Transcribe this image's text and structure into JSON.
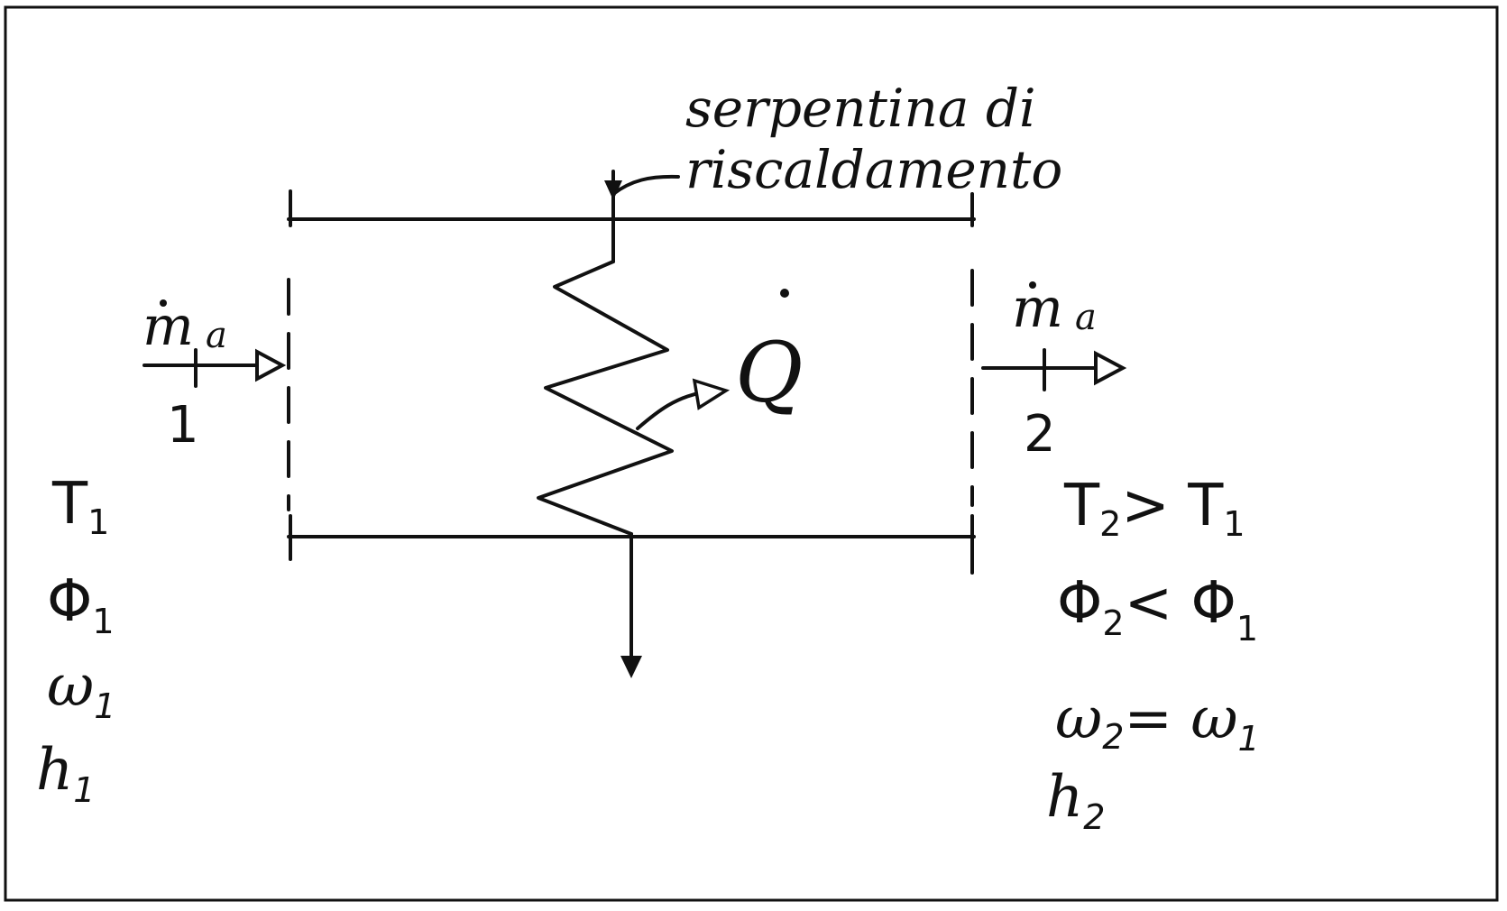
{
  "coil_label_line1": "serpentina di",
  "coil_label_line2": "riscaldamento",
  "heat_symbol": "Q",
  "inlet": {
    "flow_label": "m",
    "flow_subscript": "a",
    "station": "1",
    "props": [
      {
        "symbol": "T",
        "sub": "1",
        "rel": ""
      },
      {
        "symbol": "Φ",
        "sub": "1",
        "rel": ""
      },
      {
        "symbol": "ω",
        "sub": "1",
        "rel": ""
      },
      {
        "symbol": "h",
        "sub": "1",
        "rel": ""
      }
    ]
  },
  "outlet": {
    "flow_label": "m",
    "flow_subscript": "a",
    "station": "2",
    "props": [
      {
        "symbol": "T",
        "sub": "2",
        "rel": "> T",
        "rel_sub": "1"
      },
      {
        "symbol": "Φ",
        "sub": "2",
        "rel": "< Φ",
        "rel_sub": "1"
      },
      {
        "symbol": "ω",
        "sub": "2",
        "rel": "= ω",
        "rel_sub": "1"
      },
      {
        "symbol": "h",
        "sub": "2",
        "rel": ""
      }
    ]
  },
  "colors": {
    "ink": "#111111",
    "paper": "#ffffff"
  }
}
